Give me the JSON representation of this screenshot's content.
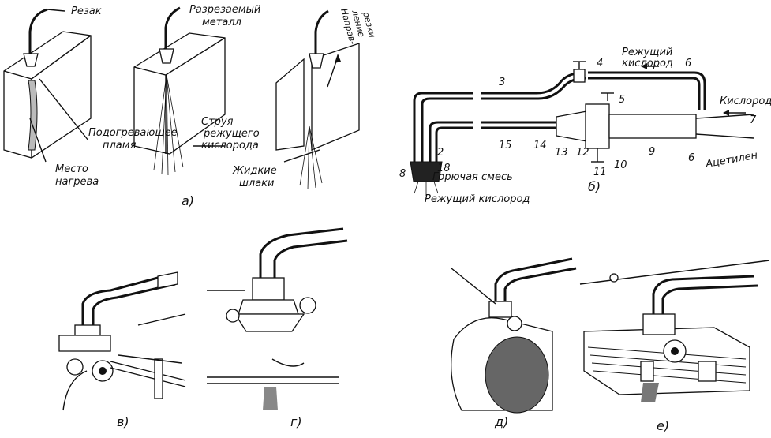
{
  "panel_a": {
    "torch": "Резак",
    "metal": [
      "Разрезаемый",
      "металл"
    ],
    "direction": [
      "Направ-",
      "ление",
      "резки"
    ],
    "preheat_flame": [
      "Подогревающее",
      "пламя"
    ],
    "heating_spot": [
      "Место",
      "нагрева"
    ],
    "oxygen_jet": [
      "Струя",
      "режущего",
      "кислорода"
    ],
    "liquid_slag": [
      "Жидкие",
      "шлаки"
    ],
    "caption": "а)"
  },
  "panel_b": {
    "cutting_oxygen": [
      "Режущий",
      "кислород"
    ],
    "oxygen": "Кислород",
    "acetylene": "Ацетилен",
    "combustible_mix": "Горючая смесь",
    "cutting_oxygen_out": "Режущий кислород",
    "numbers": [
      "3",
      "4",
      "5",
      "6",
      "7",
      "15",
      "14",
      "13",
      "12",
      "9",
      "6",
      "2",
      "8",
      "18",
      "11",
      "10"
    ],
    "caption": "б)"
  },
  "captions": {
    "v": "в)",
    "g": "г)",
    "d": "д)",
    "e": "е)"
  },
  "colors": {
    "ink": "#111111",
    "paper": "#ffffff"
  }
}
